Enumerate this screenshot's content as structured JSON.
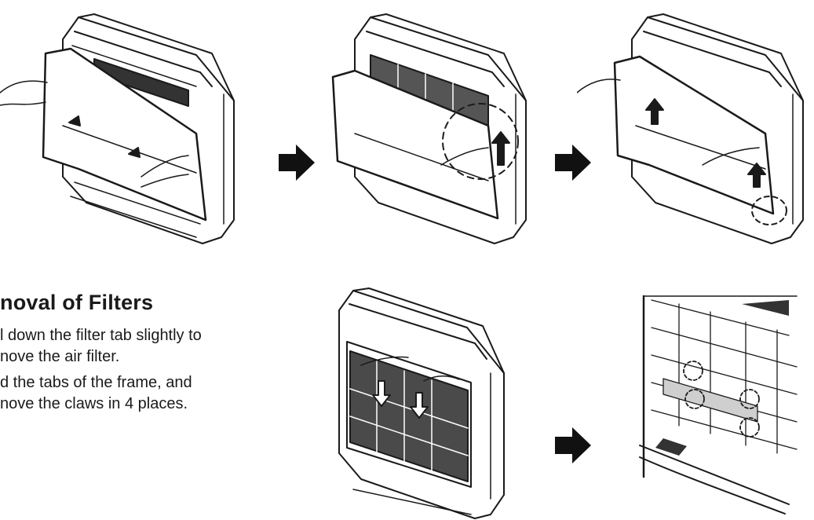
{
  "section": {
    "heading": "noval of Filters",
    "steps": [
      {
        "line1": "l down the filter tab slightly to",
        "line2": "nove the air filter."
      },
      {
        "line1": "d the tabs of the frame, and",
        "line2": "nove the claws in 4 places."
      }
    ]
  },
  "colors": {
    "ink": "#1a1a1a",
    "arrow": "#111111"
  },
  "icons": {
    "next_step": "right-arrow-icon"
  }
}
